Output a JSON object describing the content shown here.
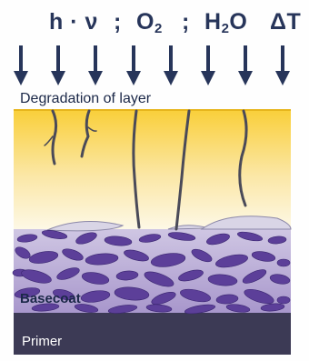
{
  "environment_factors": {
    "light": "h · ν",
    "oxygen": {
      "main": "O",
      "sub": "2"
    },
    "water": {
      "main": "H",
      "sub": "2",
      "tail": "O"
    },
    "temperature": "ΔT",
    "separator": ";"
  },
  "layers": {
    "clearcoat_label": "Degradation of layer",
    "basecoat_label": "Basecoat",
    "primer_label": "Primer"
  },
  "colors": {
    "text": "#27355a",
    "clearcoat_top": "#f9cf3a",
    "clearcoat_bottom": "#fdf6dc",
    "basecoat": "#b7a9d3",
    "flake": "#5c3f99",
    "primer": "#3c3a55",
    "crack": "#4a4a58"
  }
}
